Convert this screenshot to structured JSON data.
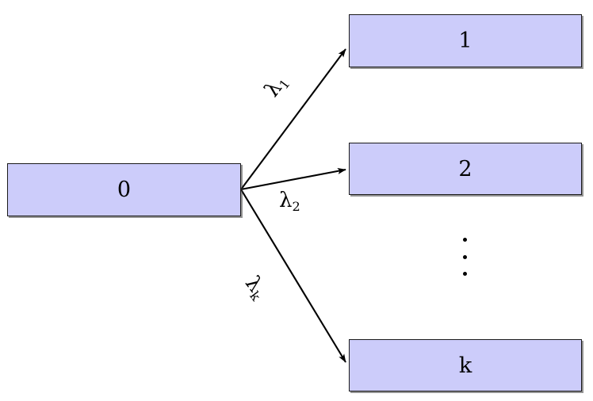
{
  "diagram": {
    "title": "branching-rate-diagram",
    "background_color": "#ffffff",
    "node_fill_color": "#ccccfa",
    "node_border_color": "#1a1a1a",
    "edge_color": "#000000",
    "nodes": [
      {
        "id": "node-0",
        "label": "0"
      },
      {
        "id": "node-1",
        "label": "1"
      },
      {
        "id": "node-2",
        "label": "2"
      },
      {
        "id": "node-k",
        "label": "k"
      }
    ],
    "edges": [
      {
        "id": "edge-0-1",
        "from": "0",
        "to": "1",
        "label": "λ",
        "sublabel": "1"
      },
      {
        "id": "edge-0-2",
        "from": "0",
        "to": "2",
        "label": "λ",
        "sublabel": "2"
      },
      {
        "id": "edge-0-k",
        "from": "0",
        "to": "k",
        "label": "λ",
        "sublabel": "k"
      }
    ],
    "ellipsis": {
      "symbol": "vertical-dots",
      "dot_count": 3
    }
  }
}
